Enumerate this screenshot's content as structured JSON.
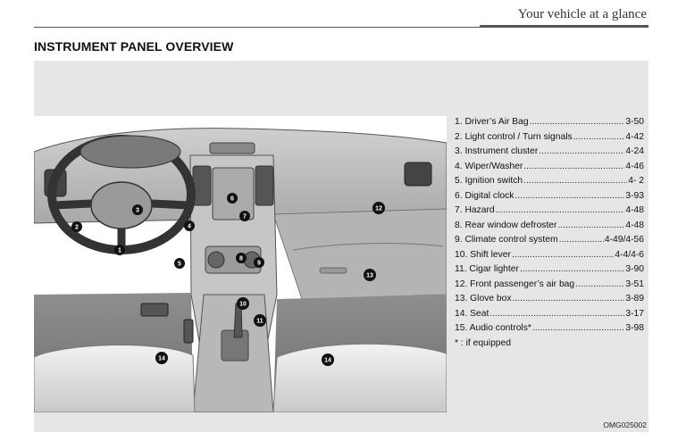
{
  "header": {
    "running_title": "Your vehicle at a glance"
  },
  "section": {
    "title": "INSTRUMENT PANEL OVERVIEW"
  },
  "legend": {
    "items": [
      {
        "label": "1. Driver’s Air Bag",
        "page": "3-50"
      },
      {
        "label": "2. Light control / Turn signals",
        "page": "4-42"
      },
      {
        "label": "3. Instrument cluster",
        "page": "4-24"
      },
      {
        "label": "4. Wiper/Washer",
        "page": "4-46"
      },
      {
        "label": "5. Ignition switch",
        "page": "4- 2"
      },
      {
        "label": "6. Digital clock",
        "page": "3-93"
      },
      {
        "label": "7. Hazard",
        "page": "4-48"
      },
      {
        "label": "8. Rear window defroster",
        "page": "4-48"
      },
      {
        "label": "9. Climate control system",
        "page": "4-49/4-56"
      },
      {
        "label": "10. Shift lever",
        "page": "4-4/4-6"
      },
      {
        "label": "11. Cigar lighter",
        "page": "3-90"
      },
      {
        "label": "12. Front passenger’s air bag",
        "page": "3-51"
      },
      {
        "label": "13. Glove box",
        "page": "3-89"
      },
      {
        "label": "14. Seat",
        "page": "3-17"
      },
      {
        "label": "15. Audio controls*",
        "page": "3-98"
      }
    ],
    "footnote": "* : if equipped"
  },
  "illustration": {
    "callouts": [
      "1",
      "2",
      "3",
      "4",
      "5",
      "6",
      "7",
      "8",
      "9",
      "10",
      "11",
      "12",
      "13",
      "14",
      "14"
    ]
  },
  "figure": {
    "code": "OMG025002"
  }
}
